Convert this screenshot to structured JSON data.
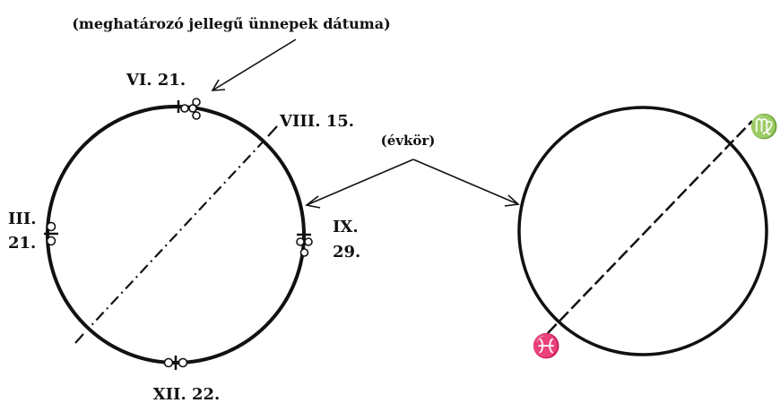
{
  "header_note": "(meghatározó jellegű ünnepek dátuma)",
  "circle_label": "(évkör)",
  "dates": {
    "top": "VI. 21.",
    "bottom": "XII. 22.",
    "left_line1": "III.",
    "left_line2": "21.",
    "right_line1": "IX.",
    "right_line2": "29.",
    "axis": "VIII. 15."
  },
  "zodiac": {
    "top_right": "♍",
    "bottom_left": "♓",
    "top_right_name": "virgo-icon",
    "bottom_left_name": "pisces-icon"
  }
}
